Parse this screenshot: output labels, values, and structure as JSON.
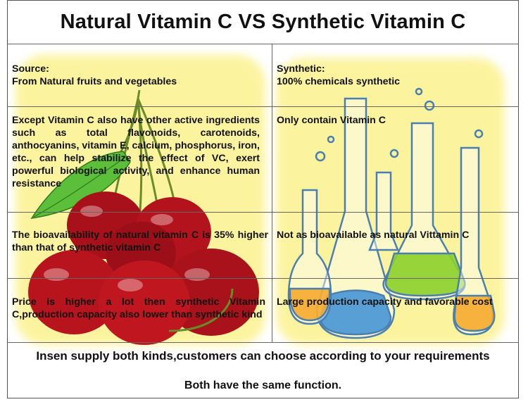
{
  "title": "Natural Vitamin C VS Synthetic Vitamin C",
  "colors": {
    "glow": "#fdf59a",
    "border": "#666666",
    "cherry": "#b0121b",
    "leaf": "#4caf2f",
    "flask_blue": "#3a8fd6",
    "flask_green": "#8ccf2a",
    "flask_orange": "#f5a623"
  },
  "icons": [
    "cherries-illustration",
    "lab-flasks-illustration"
  ],
  "rows": [
    {
      "natural": [
        "Source:",
        "From Natural fruits and vegetables"
      ],
      "synthetic": [
        "Synthetic:",
        "100% chemicals synthetic"
      ]
    },
    {
      "natural": [
        "Except Vitamin C also have other active ingredients such as total flavonoids, carotenoids, anthocyanins, vitamin E, calcium, phosphorus, iron, etc., can help stabilize the effect of VC, exert powerful biological activity, and enhance human resistance"
      ],
      "synthetic": [
        "Only contain Vitamin C"
      ]
    },
    {
      "natural": [
        "The bioavailability of natural vitamin C is 35% higher than that of synthetic vitamin C"
      ],
      "synthetic": [
        "Not as bioavailable as natural Vittamin C"
      ]
    },
    {
      "natural": [
        "Price is higher a lot then synthetic Vitamin C,production capacity also lower than synthetic kind"
      ],
      "synthetic": [
        "Large production capacity and favorable cost"
      ]
    }
  ],
  "footer": {
    "line1": "Insen supply both kinds,customers can choose according to your requirements",
    "line2": "Both have the same function."
  }
}
